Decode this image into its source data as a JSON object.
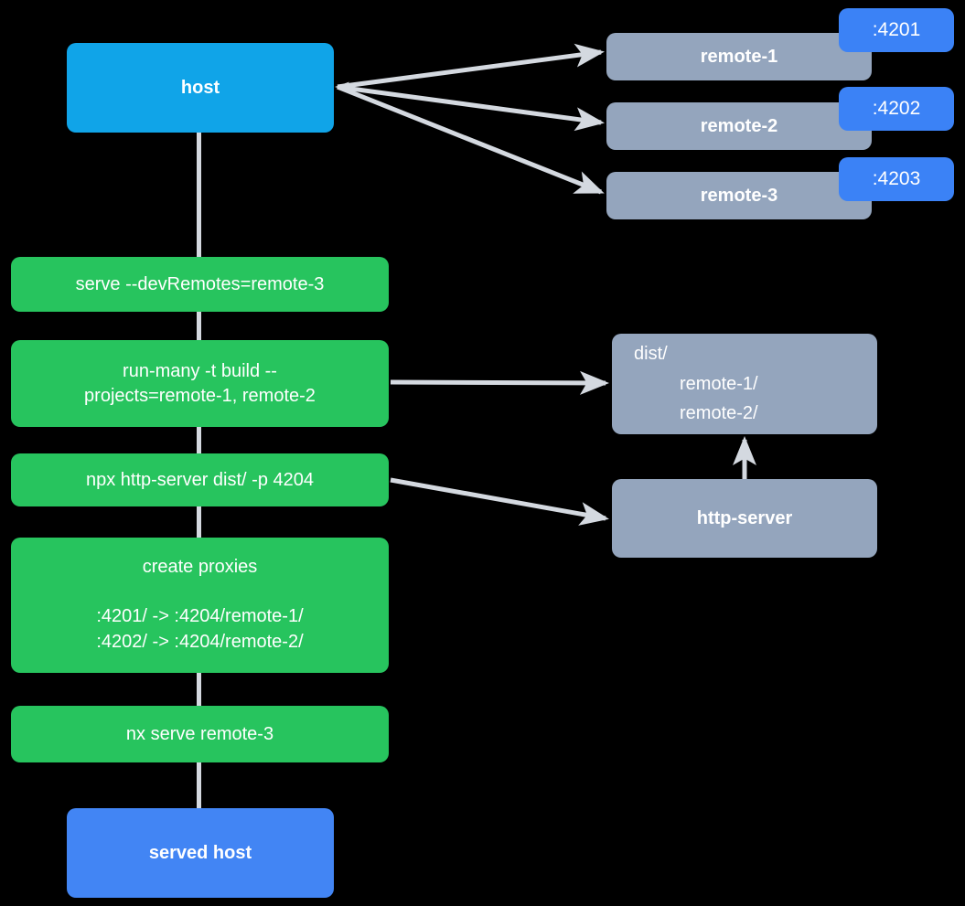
{
  "diagram": {
    "title": "Nx module federation host and remotes serving flow",
    "colors": {
      "background": "#000000",
      "host": "#10A4E8",
      "served_host": "#4285F4",
      "remote": "#94A5BD",
      "command": "#27C45E",
      "port_badge": "#3B82F6",
      "edge": "#D4D9E0",
      "text": "#FFFFFF"
    }
  },
  "host": {
    "label": "host"
  },
  "served_host": {
    "label": "served host"
  },
  "remotes": [
    {
      "label": "remote-1",
      "port": ":4201"
    },
    {
      "label": "remote-2",
      "port": ":4202"
    },
    {
      "label": "remote-3",
      "port": ":4203"
    }
  ],
  "commands": [
    {
      "id": "serve",
      "label": "serve --devRemotes=remote-3"
    },
    {
      "id": "run-many",
      "line1": "run-many -t build --",
      "line2": "projects=remote-1, remote-2"
    },
    {
      "id": "http-server",
      "label": "npx http-server dist/ -p 4204"
    },
    {
      "id": "create-proxies",
      "title": "create proxies",
      "line1": ":4201/ -> :4204/remote-1/",
      "line2": ":4202/ -> :4204/remote-2/"
    },
    {
      "id": "nx-serve",
      "label": "nx serve remote-3"
    }
  ],
  "artifacts": {
    "dist": {
      "root": "dist/",
      "child1": "remote-1/",
      "child2": "remote-2/"
    },
    "http_server": {
      "label": "http-server"
    }
  }
}
